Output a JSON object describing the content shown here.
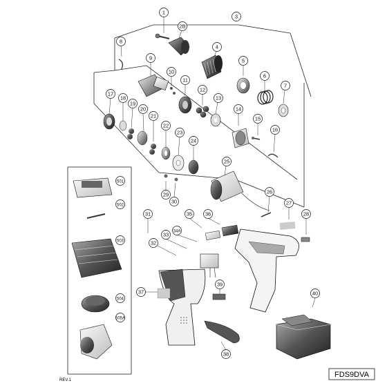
{
  "diagram": {
    "model": "FDS9DVA",
    "revision": "REV.1",
    "part_numbers": {
      "p1": "1",
      "p2B": "2B",
      "p3": "3",
      "p4": "4",
      "p5": "5",
      "p6": "6",
      "p7": "7",
      "p8": "8",
      "p9": "9",
      "p10": "10",
      "p11": "11",
      "p12": "12",
      "p13": "13",
      "p14": "14",
      "p15": "15",
      "p16": "16",
      "p17": "17",
      "p18": "18",
      "p19": "19",
      "p20": "20",
      "p21": "21",
      "p22": "22",
      "p23": "23",
      "p24": "24",
      "p25": "25",
      "p26": "26",
      "p27": "27",
      "p28": "28",
      "p29": "29",
      "p30": "30",
      "p31": "31",
      "p32": "32",
      "p33": "33",
      "p34A": "34A",
      "p35": "35",
      "p36": "36",
      "p37": "37",
      "p38": "38",
      "p39": "39",
      "p40": "40",
      "p501": "501",
      "p502": "502",
      "p503": "503",
      "p504": "504",
      "p505A": "505A"
    }
  }
}
